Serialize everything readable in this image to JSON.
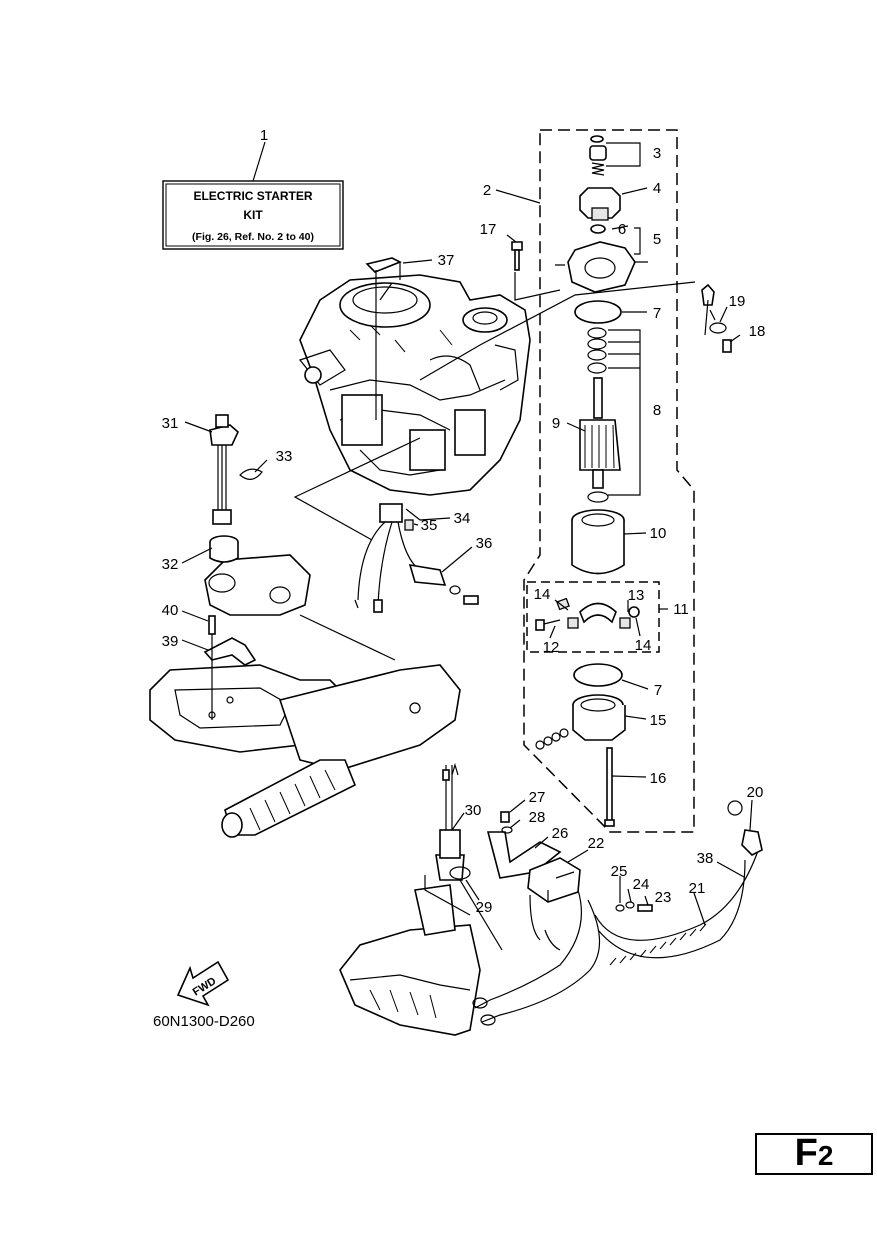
{
  "kit_box": {
    "title_line1": "ELECTRIC STARTER",
    "title_line2": "KIT",
    "reference": "(Fig. 26, Ref. No. 2 to 40)"
  },
  "drawing_code": "60N1300-D260",
  "fwd_label": "FWD",
  "page_code": {
    "letter": "F",
    "number": "2"
  },
  "callouts": [
    "1",
    "2",
    "3",
    "4",
    "5",
    "6",
    "7",
    "8",
    "9",
    "10",
    "11",
    "12",
    "13",
    "14",
    "15",
    "16",
    "17",
    "18",
    "19",
    "20",
    "21",
    "22",
    "23",
    "24",
    "25",
    "26",
    "27",
    "28",
    "29",
    "30",
    "31",
    "32",
    "33",
    "34",
    "35",
    "36",
    "37",
    "38",
    "39",
    "40"
  ],
  "callouts_repeat": {
    "seven_lower": "7",
    "fourteen_upper": "14",
    "fourteen_lower": "14"
  }
}
